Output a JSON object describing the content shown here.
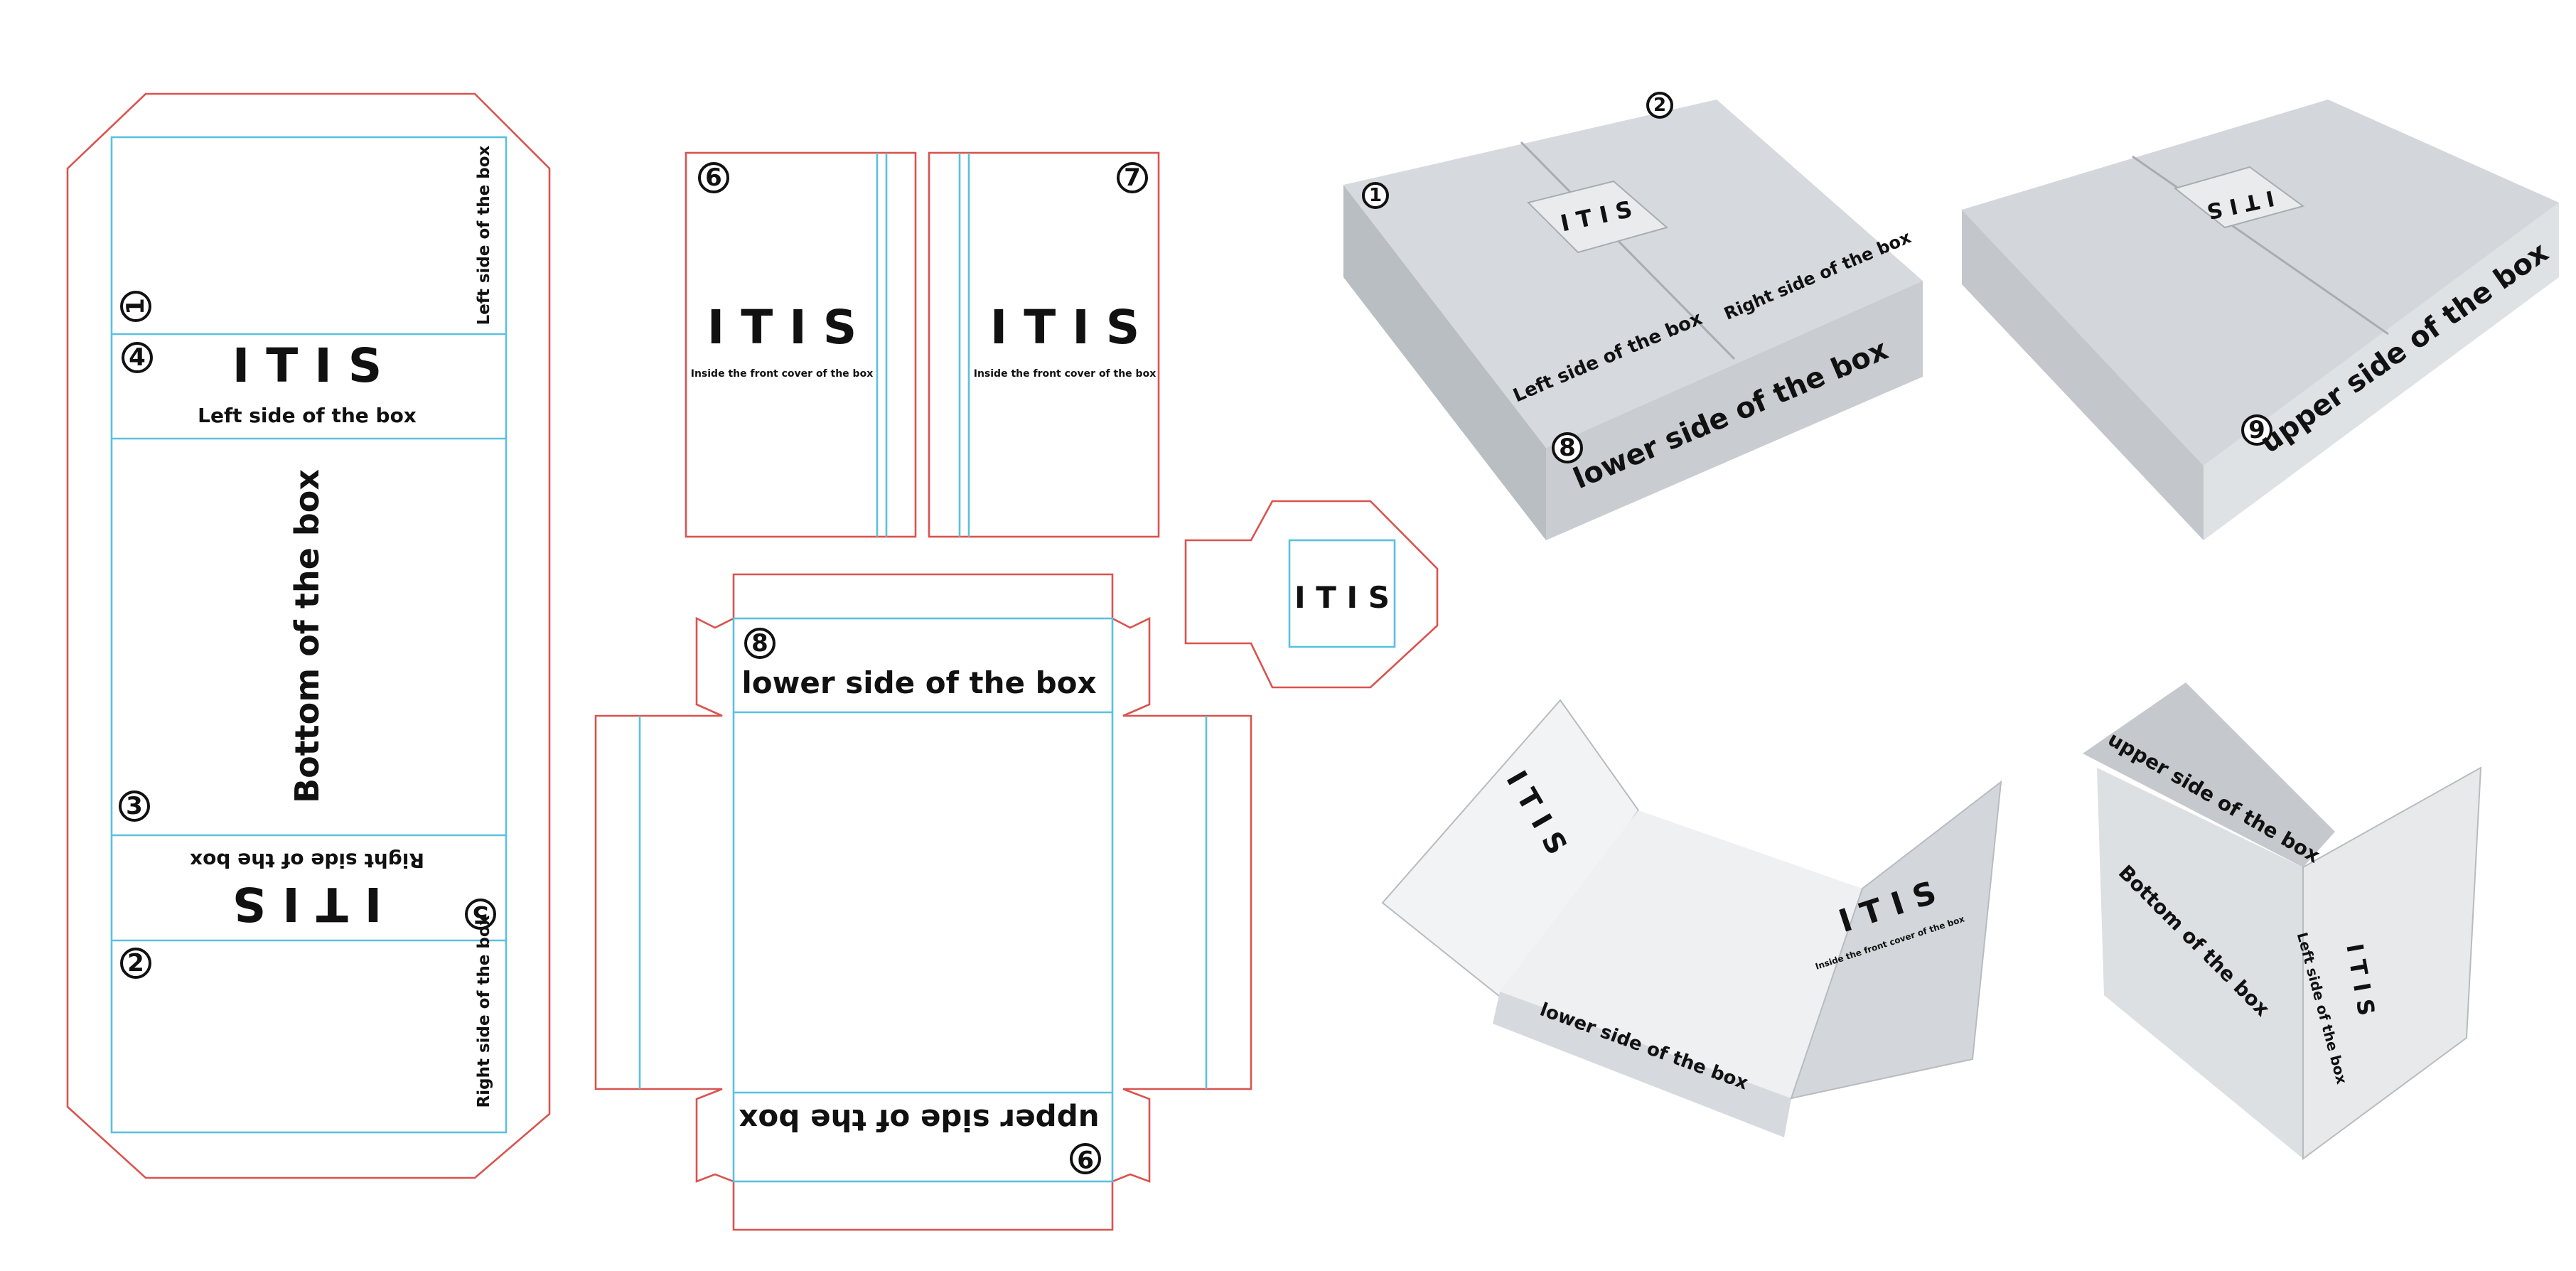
{
  "logo_text": "I T I S",
  "labels": {
    "left_side": "Left side of the box",
    "right_side": "Right side of the box",
    "bottom": "Bottom of the box",
    "lower_side": "lower side of the box",
    "upper_side": "upper side of the box",
    "inside_front_cover": "Inside the front cover of the box"
  },
  "markers": {
    "m1": "1",
    "m2": "2",
    "m3": "3",
    "m4": "4",
    "m5": "5",
    "m6": "6",
    "m7": "7",
    "m8": "8",
    "m9": "9"
  },
  "colors": {
    "cut_line": "#d9534f",
    "fold_line": "#5bc0de",
    "box_surface": "#d6dade",
    "box_shadow": "#a8adb2",
    "box_interior": "#eef0f1"
  }
}
